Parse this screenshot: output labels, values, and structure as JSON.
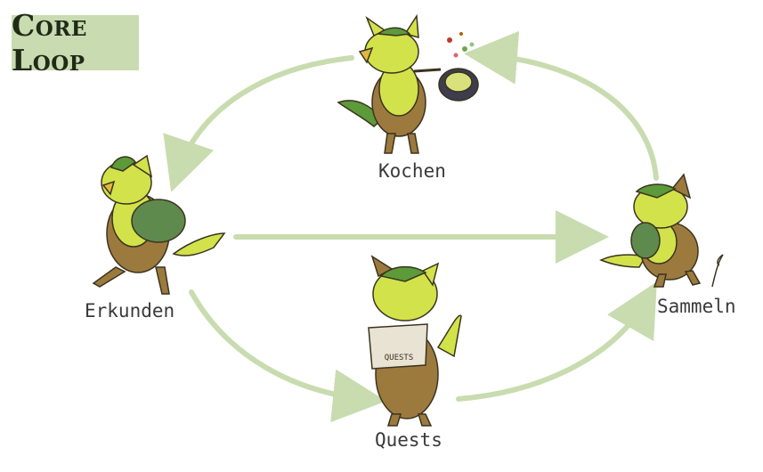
{
  "title": "Core Loop",
  "colors": {
    "arrow": "#c8dcb0",
    "title_bg": "#c9dbb1",
    "body_green": "#d2e24a",
    "body_brown": "#9c7a3e",
    "backpack": "#5f8a4e",
    "outline": "#3b3320"
  },
  "nodes": {
    "kochen": {
      "label": "Kochen",
      "icon": "cooking-creature-icon"
    },
    "erkunden": {
      "label": "Erkunden",
      "icon": "exploring-creature-icon"
    },
    "sammeln": {
      "label": "Sammeln",
      "icon": "gathering-creature-icon"
    },
    "quests": {
      "label": "Quests",
      "icon": "quest-creature-icon"
    }
  },
  "scroll_text": "QUESTS",
  "edges": [
    {
      "from": "Sammeln",
      "to": "Kochen"
    },
    {
      "from": "Kochen",
      "to": "Erkunden"
    },
    {
      "from": "Erkunden",
      "to": "Sammeln"
    },
    {
      "from": "Erkunden",
      "to": "Quests"
    },
    {
      "from": "Quests",
      "to": "Sammeln"
    }
  ]
}
